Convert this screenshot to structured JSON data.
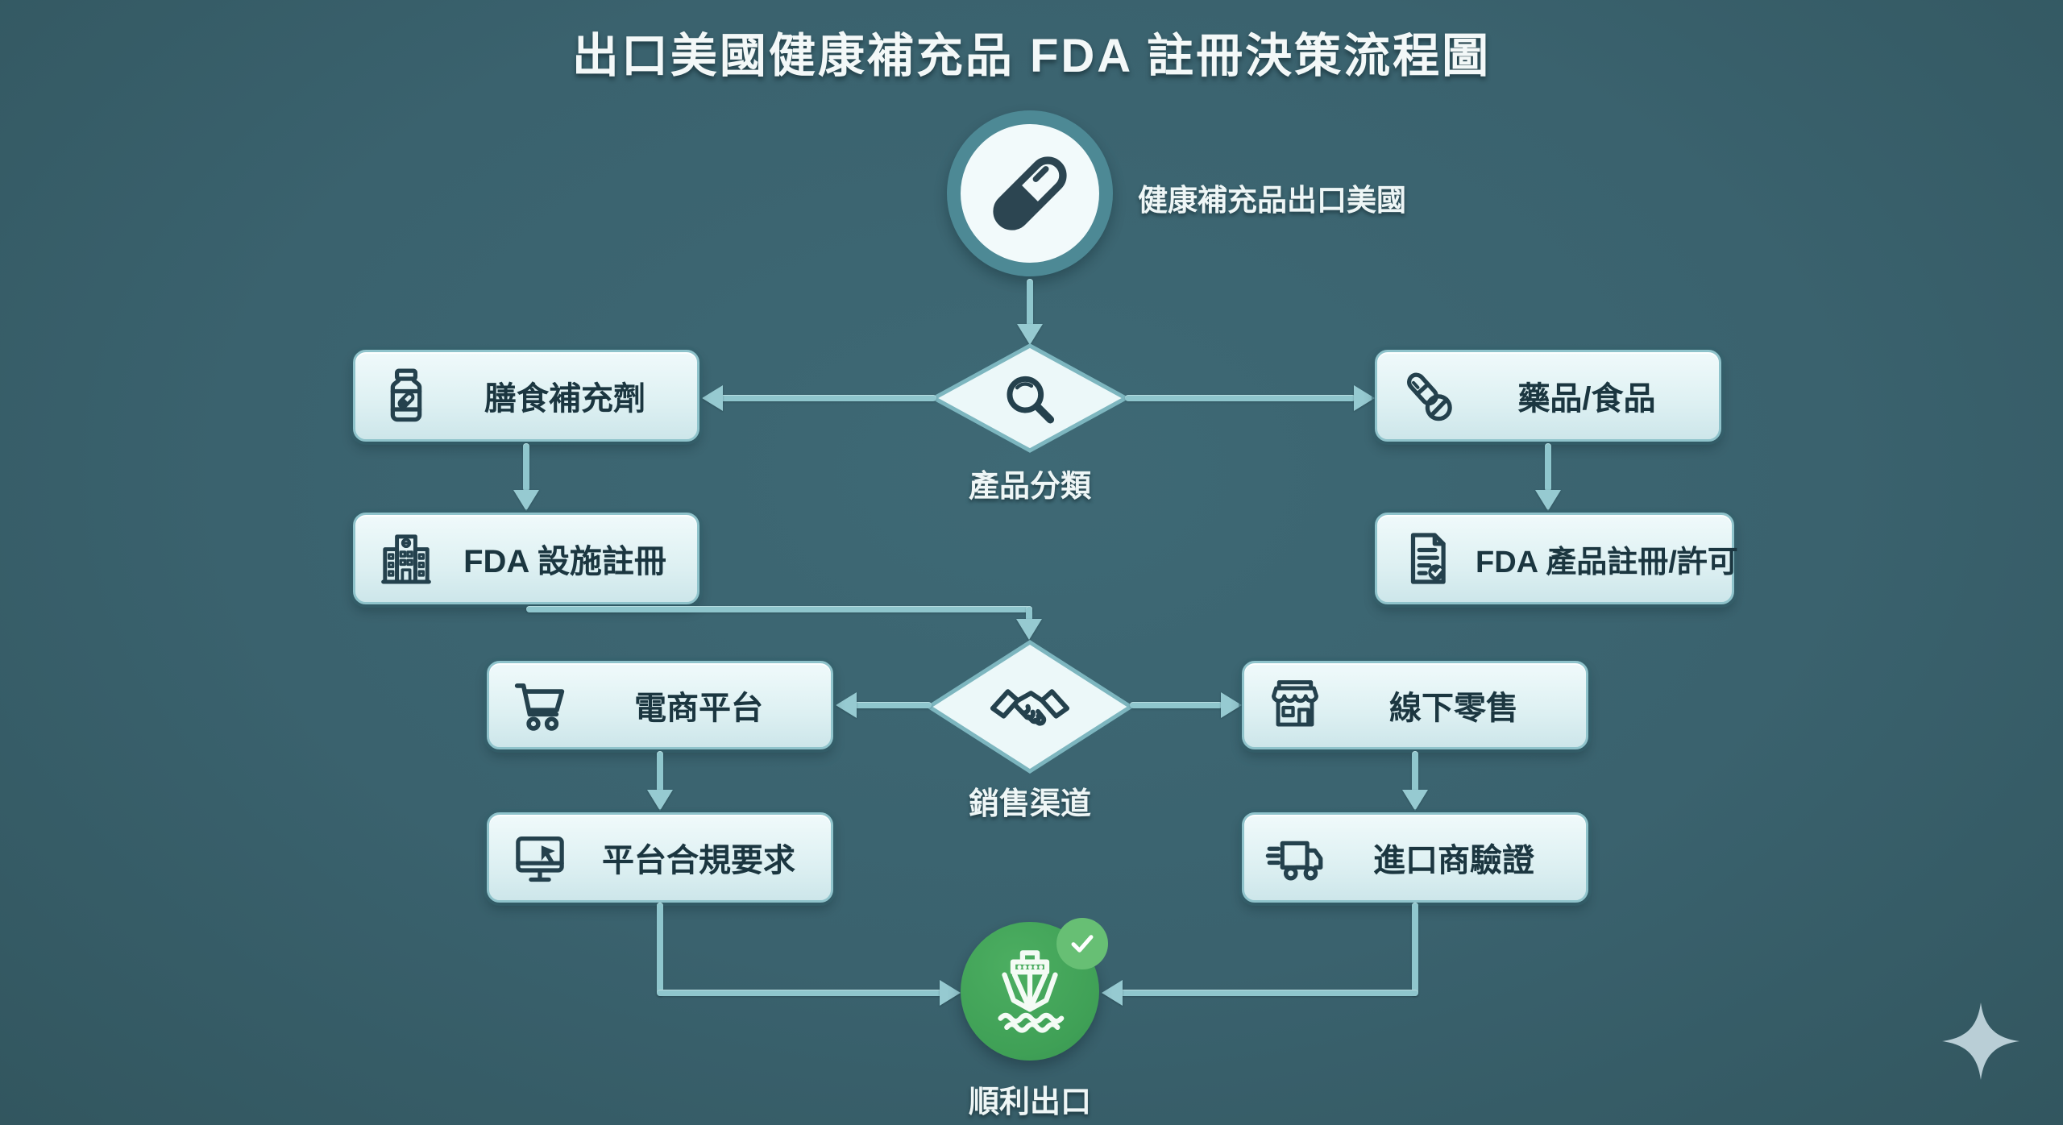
{
  "title": "出口美國健康補充品 FDA 註冊決策流程圖",
  "nodes": {
    "start": {
      "label": "健康補充品出口美國",
      "icon": "capsule-icon"
    },
    "product_classification": {
      "label": "產品分類",
      "icon": "magnifier-icon"
    },
    "dietary_supplement": {
      "label": "膳食補充劑",
      "icon": "supplement-bottle-icon"
    },
    "drug_food": {
      "label": "藥品/食品",
      "icon": "pill-prohibited-icon"
    },
    "fda_facility_registration": {
      "label": "FDA 設施註冊",
      "icon": "facility-building-icon"
    },
    "fda_product_registration": {
      "label": "FDA 產品註冊/許可",
      "icon": "document-check-icon"
    },
    "sales_channel": {
      "label": "銷售渠道",
      "icon": "handshake-icon"
    },
    "ecommerce_platform": {
      "label": "電商平台",
      "icon": "shopping-cart-icon"
    },
    "offline_retail": {
      "label": "線下零售",
      "icon": "storefront-icon"
    },
    "platform_compliance": {
      "label": "平台合規要求",
      "icon": "monitor-cursor-icon"
    },
    "importer_verification": {
      "label": "進口商驗證",
      "icon": "delivery-truck-icon"
    },
    "successful_export": {
      "label": "順利出口",
      "icon": "ship-icon",
      "badge_icon": "check-badge-icon"
    }
  },
  "decoration": {
    "sparkle": "sparkle-icon"
  },
  "colors": {
    "background": "#3a626e",
    "box_fill": "#e3f2f4",
    "box_border": "#8fc3cb",
    "connector": "#8fc6cd",
    "box_text": "#1b3640",
    "light_text": "#eef6f6",
    "start_ring": "#4d8995",
    "success_green": "#3fa056",
    "badge_green": "#67bf74",
    "icon_dark": "#24414d",
    "sparkle": "#b9ced6"
  }
}
